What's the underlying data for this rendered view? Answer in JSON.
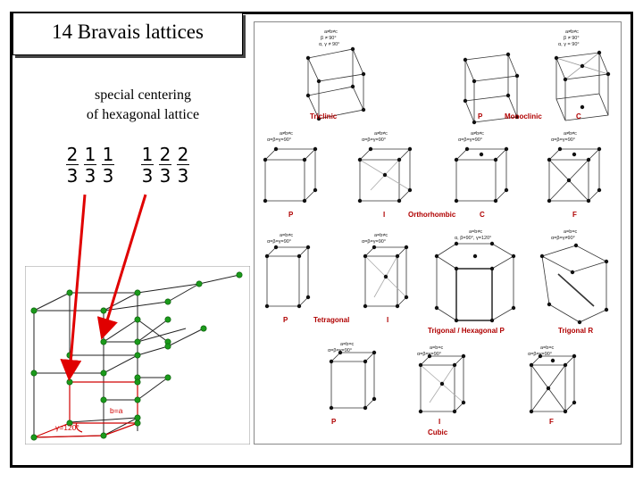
{
  "slide": {
    "title": "14 Bravais lattices",
    "caption": [
      "special centering",
      "of hexagonal lattice"
    ]
  },
  "fractions": {
    "left": [
      {
        "num": "2",
        "den": "3"
      },
      {
        "num": "1",
        "den": "3"
      },
      {
        "num": "1",
        "den": "3"
      }
    ],
    "right": [
      {
        "num": "1",
        "den": "3"
      },
      {
        "num": "2",
        "den": "3"
      },
      {
        "num": "2",
        "den": "3"
      }
    ]
  },
  "hex_figure": {
    "b_label": "b=a",
    "gamma_label": "γ=120°"
  },
  "panel": {
    "labels": {
      "triclinic": "Triclinic",
      "mono_p": "P",
      "monoclinic": "Monoclinic",
      "mono_c": "C",
      "ortho_p": "P",
      "ortho_i": "I",
      "orthorhombic": "Orthorhombic",
      "ortho_c": "C",
      "ortho_f": "F",
      "tetra_p": "P",
      "tetragonal": "Tetragonal",
      "tetra_i": "I",
      "trig_hex": "Trigonal / Hexagonal P",
      "trig_r": "Trigonal R",
      "cubic_p": "P",
      "cubic_i": "I",
      "cubic": "Cubic",
      "cubic_f": "F"
    },
    "conditions": {
      "triclinic": [
        "a≠b≠c",
        "β ≠ 90°",
        "α, γ ≠ 90°"
      ],
      "monoclinic": [
        "a≠b≠c",
        "β ≠ 90°",
        "α, γ = 90°"
      ],
      "orthorhombic": [
        "a≠b≠c",
        "α=β=γ=90°"
      ],
      "tetragonal": [
        "a=b≠c",
        "α=β=γ=90°"
      ],
      "hexagonal": [
        "a=b≠c",
        "α, β=90°, γ=120°"
      ],
      "rhombohedral": [
        "a=b=c",
        "α=β=γ≠90°"
      ],
      "cubic": [
        "a=b=c",
        "α=β=γ=90°"
      ]
    }
  }
}
